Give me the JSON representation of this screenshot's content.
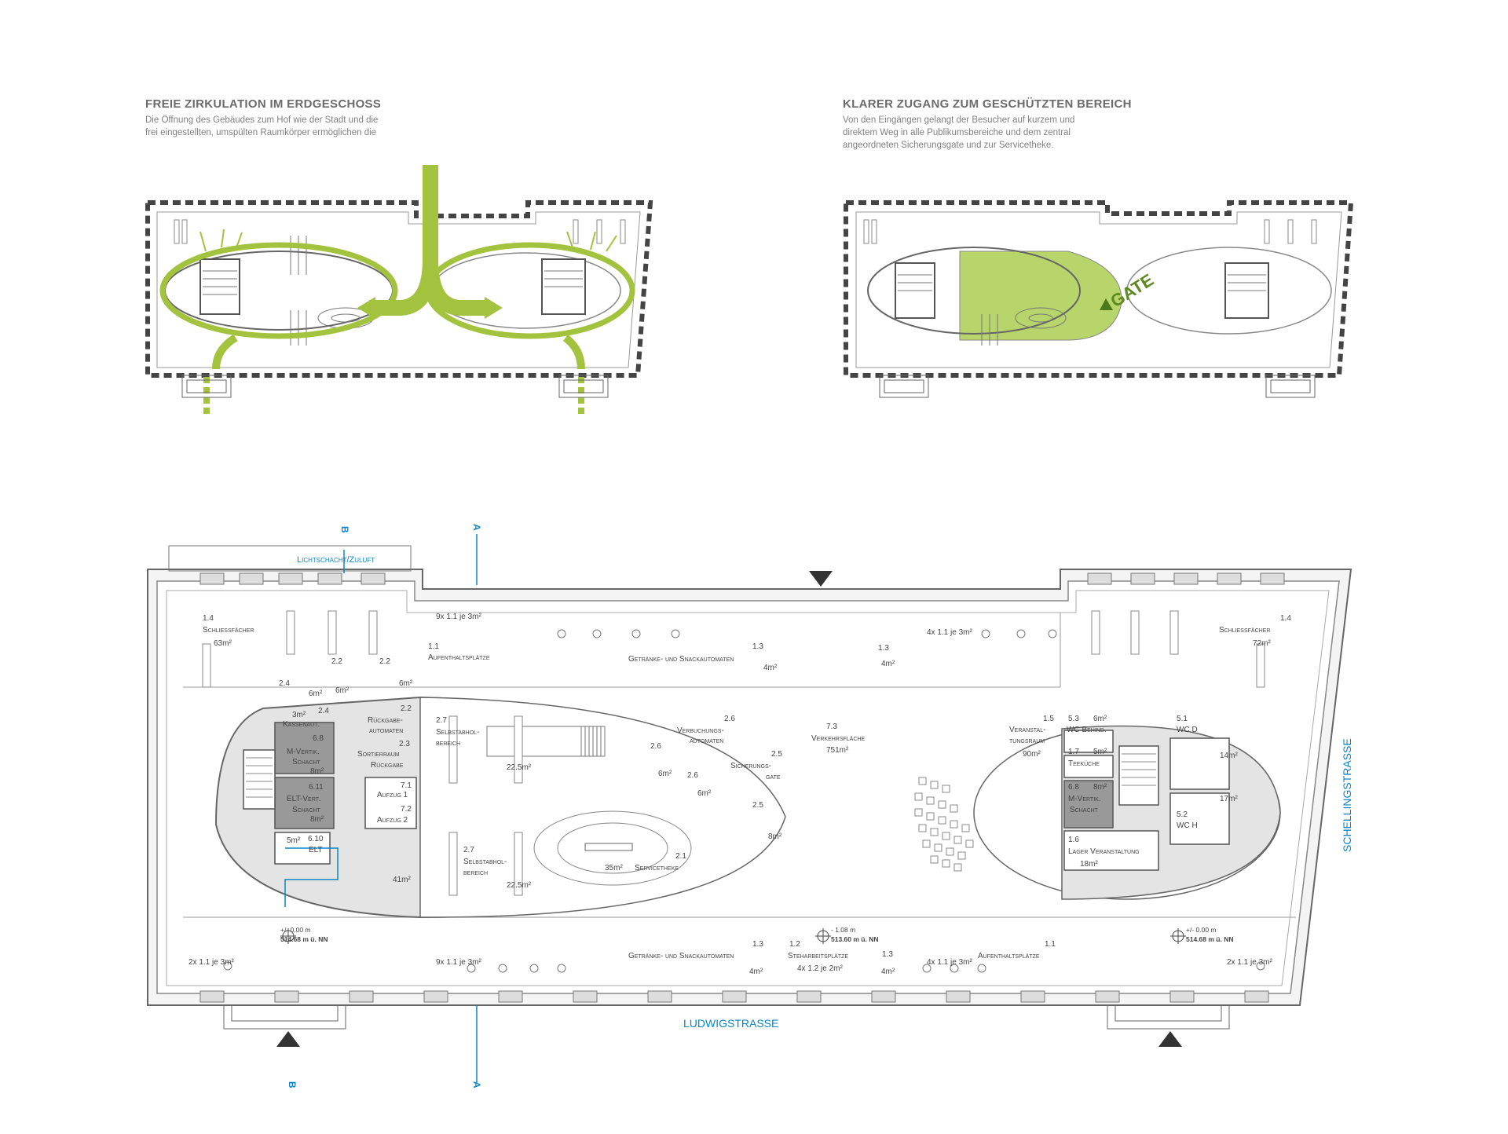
{
  "diagram_left": {
    "title": "FREIE ZIRKULATION IM ERDGESCHOSS",
    "text_line1": "Die Öffnung des Gebäudes zum Hof wie der Stadt und die",
    "text_line2": "frei eingestellten, umspülten Raumkörper ermöglichen die"
  },
  "diagram_right": {
    "title": "KLARER ZUGANG ZUM GESCHÜTZTEN BEREICH",
    "text_line1": "Von den Eingängen gelangt der Besucher auf kurzem und",
    "text_line2": "direktem Weg in alle Publikumsbereiche und dem zentral",
    "text_line3": "angeordneten Sicherungsgate und zur Servicetheke.",
    "gate_label": "GATE"
  },
  "colors": {
    "green_accent": "#a3c23d",
    "green_fill": "#b8d56b",
    "blue_annotation": "#0a86c8",
    "gray_core": "#e4e4e4",
    "dark_wall": "#555555"
  },
  "plan": {
    "section_marks": {
      "a": "A",
      "b": "B"
    },
    "lichtschacht": "Lichtschacht/Zuluft",
    "streets": {
      "south": "LUDWIGSTRASSE",
      "east": "SCHELLINGSTRASSE"
    },
    "rooms": {
      "r14_num": "1.4",
      "r14_name": "Schliessfächer",
      "r14_area": "63m²",
      "r14b_num": "1.4",
      "r14b_name": "Schliessfächer",
      "r14b_area": "72m²",
      "r11_count": "9x 1.1 je 3m²",
      "r11_num": "1.1",
      "r11_name": "Aufenthaltsplätze",
      "r13a_name": "Getränke- und Snackautomaten",
      "r13a_num": "1.3",
      "r13a_area": "4m²",
      "r13b_num": "1.3",
      "r13b_area": "4m²",
      "r11b_count": "4x 1.1 je 3m²",
      "r22a": "2.2",
      "r22b": "2.2",
      "r24": "2.4",
      "sm1": "6m²",
      "sm2": "6m²",
      "sm3": "6m²",
      "r22c": "2.2",
      "rueckgabe": "Rückgabe-",
      "automaten": "automaten",
      "r23": "2.3",
      "sortier": "Sortierraum",
      "rueckgabe2": "Rückgabe",
      "kassen_num": "2.4",
      "kassen_area": "3m²",
      "kassen": "Kassenaut.",
      "r68_num": "6.8",
      "r68_name1": "M-Vertik.",
      "r68_name2": "Schacht",
      "r68_area": "8m²",
      "r611_num": "6.11",
      "r611_name1": "ELT-Vert.",
      "r611_name2": "Schacht",
      "r611_area": "8m²",
      "r71_num": "7.1",
      "r71_name": "Aufzug 1",
      "r72_num": "7.2",
      "r72_name": "Aufzug 2",
      "r610_area": "5m²",
      "r610_num": "6.10",
      "r610_name": "ELT",
      "r41": "41m²",
      "r27a_num": "2.7",
      "r27a_name1": "Selbstabhol-",
      "r27a_name2": "bereich",
      "r27a_area": "22.5m²",
      "r27b_num": "2.7",
      "r27b_name1": "Selbstabhol-",
      "r27b_name2": "bereich",
      "r27b_area": "22.5m²",
      "r26a_num": "2.6",
      "r26a_name1": "Verbuchungs-",
      "r26a_name2": "automaten",
      "r26b": "2.6",
      "r26c": "2.6",
      "sm4": "6m²",
      "sm5": "6m²",
      "r25a_num": "2.5",
      "r25a_name1": "Sicherungs-",
      "r25a_name2": "gate",
      "r25b": "2.5",
      "sm6": "8m²",
      "r21_num": "2.1",
      "r21_area": "35m²",
      "r21_name": "Servicetheke",
      "r73_num": "7.3",
      "r73_name": "Verkehrsfläche",
      "r73_area": "751m²",
      "r15_num": "1.5",
      "r15_name1": "Veranstal-",
      "r15_name2": "tungsraum",
      "r15_area": "90m²",
      "r53_num": "5.3",
      "r53_area": "6m²",
      "r53_name": "WC Behind.",
      "r17_num": "1.7",
      "r17_area": "5m²",
      "r17_name": "Teeküche",
      "r68b_num": "6.8",
      "r68b_area": "8m²",
      "r68b_name1": "M-Vertik.",
      "r68b_name2": "Schacht",
      "r16_num": "1.6",
      "r16_name": "Lager Veranstaltung",
      "r16_area": "18m²",
      "r51_num": "5.1",
      "r51_name": "WC D",
      "r51_area": "14m²",
      "r52_num": "5.2",
      "r52_name": "WC H",
      "r52_area": "17m²",
      "lev1_a": "+/- 0.00 m",
      "lev1_b": "514.68 m ü. NN",
      "lev2_a": "- 1.08 m",
      "lev2_b": "513.60 m ü. NN",
      "lev3_a": "+/- 0.00 m",
      "lev3_b": "514.68 m ü. NN",
      "b_2x_left": "2x 1.1 je 3m²",
      "b_9x": "9x 1.1 je 3m²",
      "b_13_num": "1.3",
      "b_13_name": "Getränke- und Snackautomaten",
      "b_13_area": "4m²",
      "b_12_num": "1.2",
      "b_12_name": "Steharbeitsplätze",
      "b_12_count": "4x 1.2 je 2m²",
      "b_13b_num": "1.3",
      "b_13b_area": "4m²",
      "b_4x": "4x 1.1 je 3m²",
      "b_11_num": "1.1",
      "b_11_name": "Aufenthaltsplätze",
      "b_2x_right": "2x 1.1 je 3m²"
    }
  }
}
